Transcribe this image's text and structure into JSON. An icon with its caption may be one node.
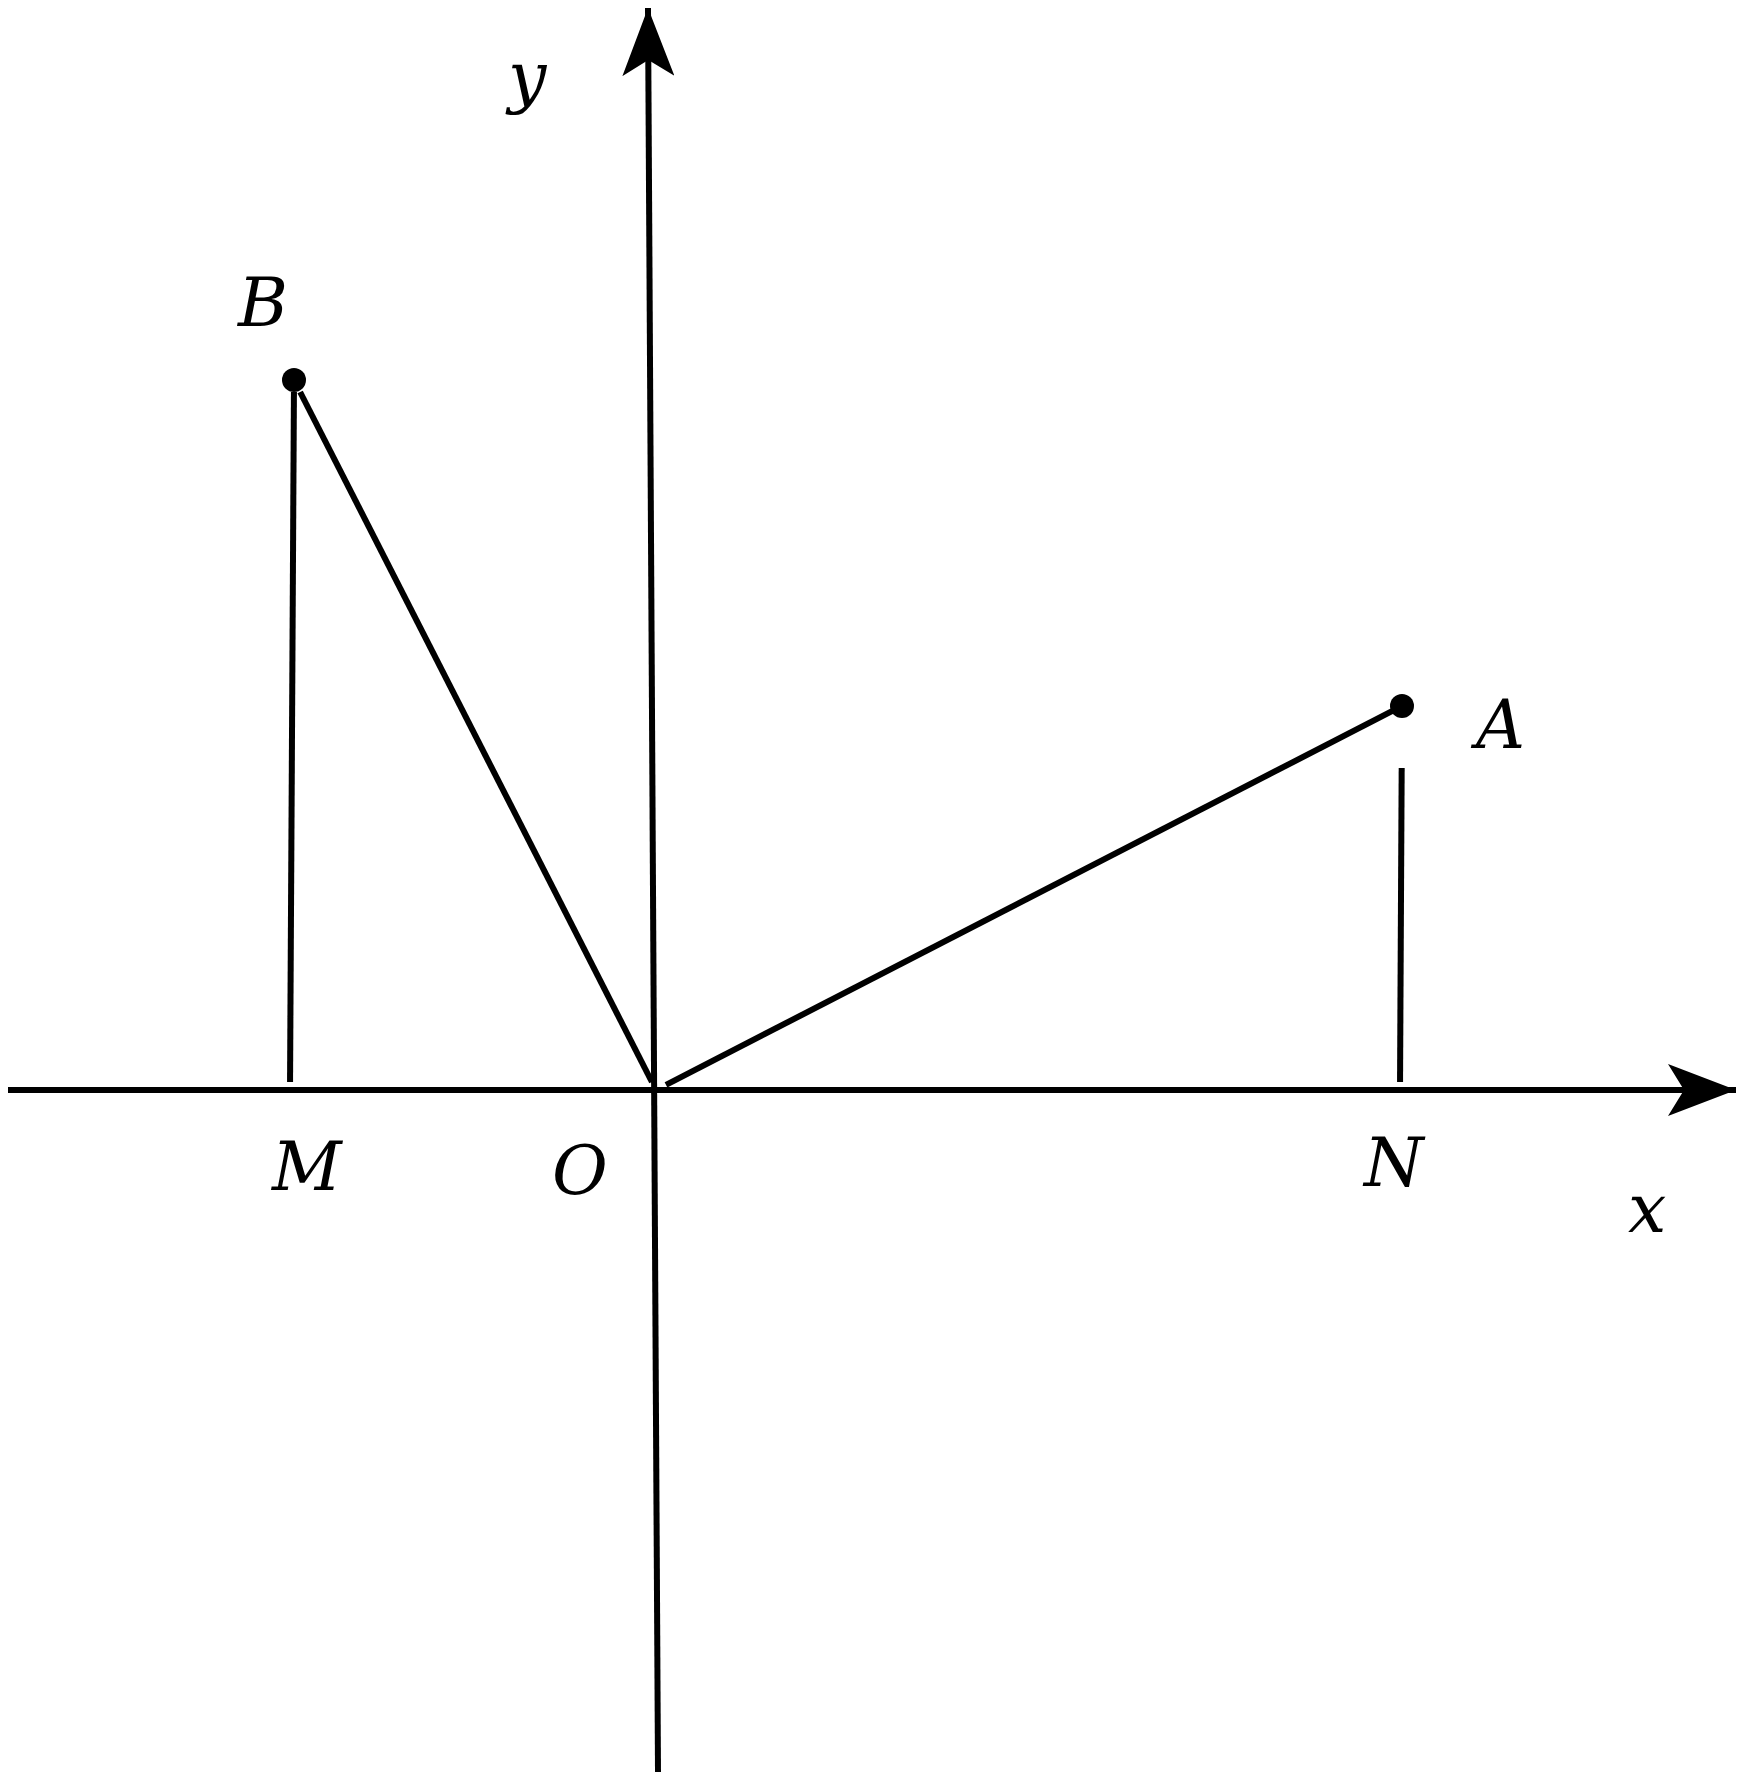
{
  "diagram": {
    "nodes": [
      {
        "text": [
          "B"
        ]
      },
      {
        "text": [
          "A"
        ]
      },
      {
        "text": [
          "M"
        ]
      },
      {
        "text": [
          "N"
        ]
      },
      {
        "text": [
          "O"
        ]
      }
    ],
    "edges": [
      {
        "from": 0,
        "to": 2,
        "arrow": "none"
      },
      {
        "from": 0,
        "to": 4,
        "arrow": "none"
      },
      {
        "from": 4,
        "to": 1,
        "arrow": "none"
      },
      {
        "from": 1,
        "to": 3,
        "arrow": "none"
      }
    ],
    "labels": [
      "y",
      "x"
    ]
  }
}
